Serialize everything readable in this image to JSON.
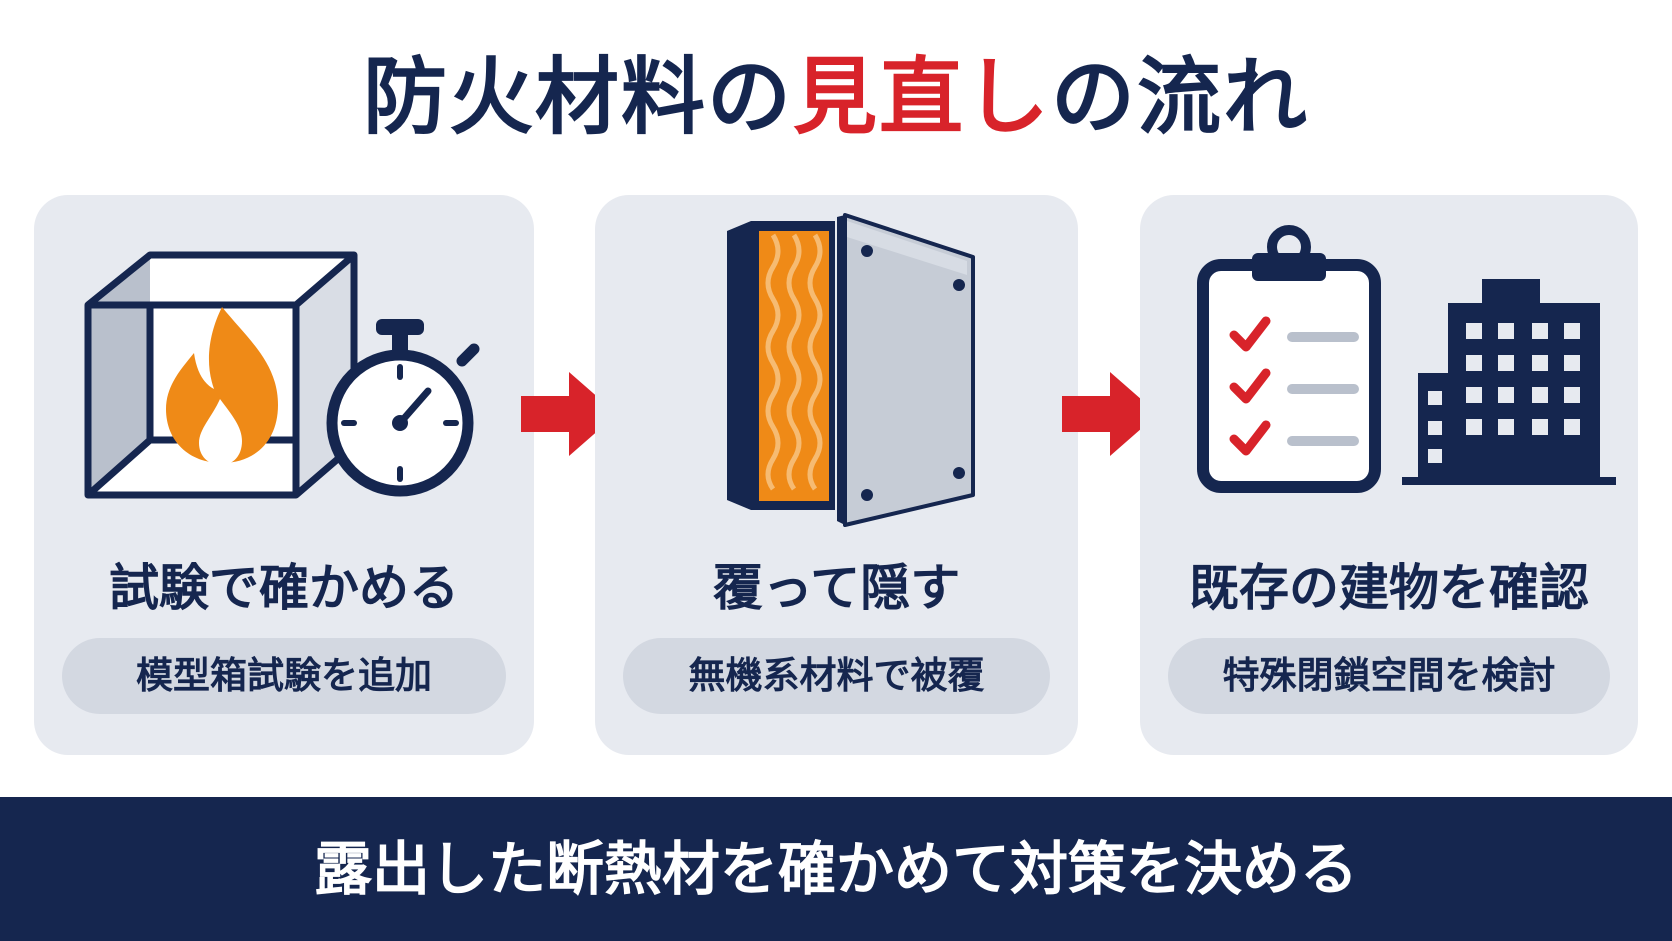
{
  "title": {
    "part1": "防火材料の",
    "part2": "見直し",
    "part3": "の流れ"
  },
  "steps": [
    {
      "heading": "試験で確かめる",
      "note": "模型箱試験を追加",
      "icons": [
        "test-box-icon",
        "flame-icon",
        "stopwatch-icon"
      ]
    },
    {
      "heading": "覆って隠す",
      "note": "無機系材料で被覆",
      "icons": [
        "insulation-panel-icon",
        "cover-board-icon"
      ]
    },
    {
      "heading": "既存の建物を確認",
      "note": "特殊閉鎖空間を検討",
      "icons": [
        "clipboard-checklist-icon",
        "building-icon"
      ]
    }
  ],
  "footer": {
    "text": "露出した断熱材を確かめて対策を決める"
  },
  "colors": {
    "navy": "#15264f",
    "red": "#d8232a",
    "orange": "#ef8a17",
    "card": "#e7eaf0",
    "pill": "#d3d8e1"
  }
}
